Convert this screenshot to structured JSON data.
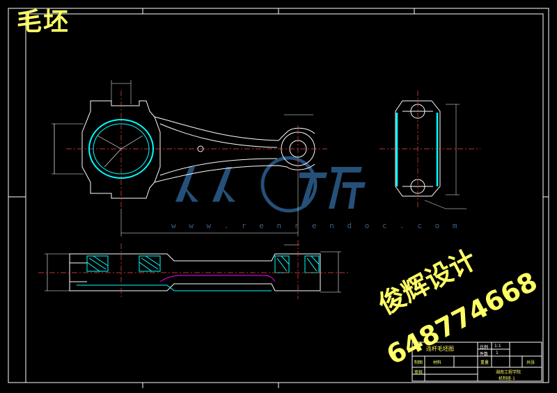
{
  "drawing_title": "毛坯",
  "watermark": {
    "site_url": "w w w . r e n r e n d o c . c o m",
    "brand_cn_1": "人人",
    "brand_cn_2": "文库",
    "designer_line1": "俊辉设计",
    "designer_line2": "648774668"
  },
  "title_block": {
    "part_name": "连杆毛坯图",
    "scale_label": "比例",
    "scale_value": "1:1",
    "qty_label": "件数",
    "qty_value": "1",
    "drawn_label": "制图",
    "check_label": "审核",
    "material_label": "材料",
    "weight_label": "重量",
    "sheet_label": "共张",
    "school": "湖南工程学院",
    "code": "机制班-1"
  },
  "colors": {
    "background": "#000000",
    "lines": "#ffffff",
    "section": "#00ffff",
    "accent": "#ff00ff",
    "text": "#ffff66",
    "watermark_blue": "#2c5f8f"
  }
}
